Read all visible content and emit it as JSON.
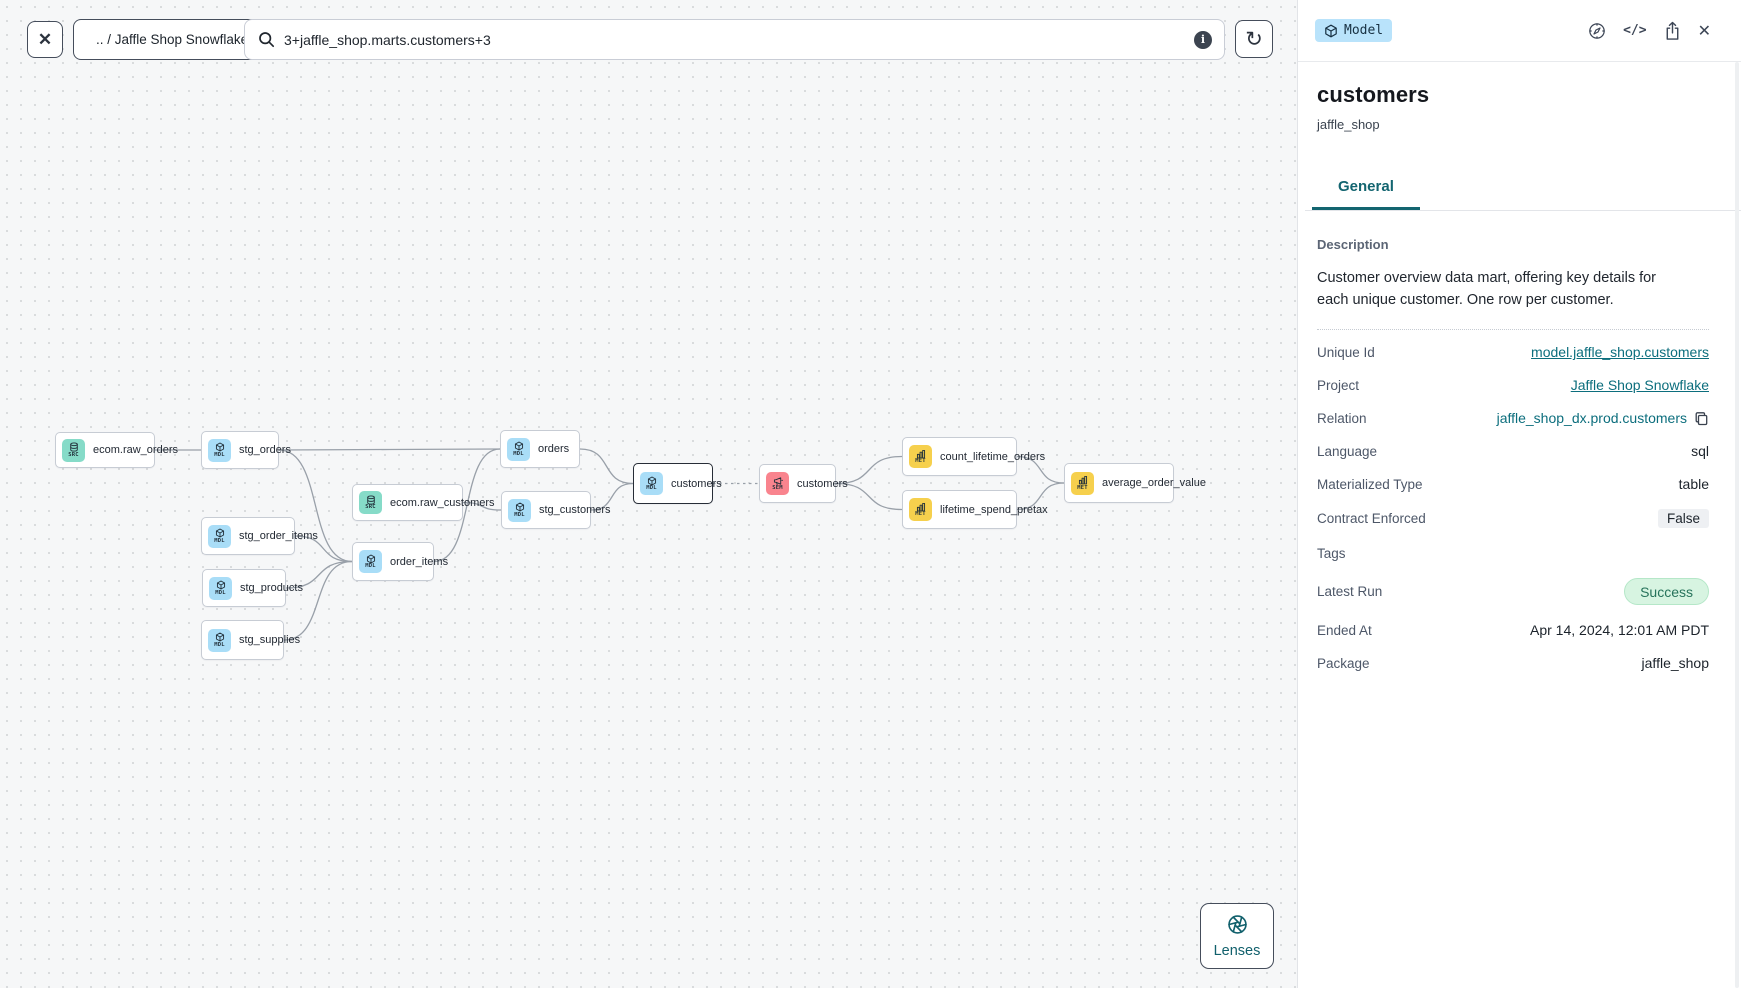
{
  "toolbar": {
    "close_label": "✕",
    "breadcrumb": ".. / Jaffle Shop Snowflake",
    "search_value": "3+jaffle_shop.marts.customers+3",
    "search_icon": "magnifier-icon",
    "info_label": "i",
    "refresh_label": "↻"
  },
  "lenses": {
    "label": "Lenses",
    "icon": "aperture-icon"
  },
  "panel": {
    "type_badge": {
      "label": "Model",
      "icon": "cube-icon",
      "bg": "#b9e3fb"
    },
    "header_icons": [
      {
        "name": "explore",
        "icon": "compass"
      },
      {
        "name": "code",
        "icon": "code"
      },
      {
        "name": "share",
        "icon": "share"
      },
      {
        "name": "close-panel",
        "icon": "close"
      }
    ],
    "title": "customers",
    "subtitle": "jaffle_shop",
    "tabs": [
      {
        "label": "General",
        "active": true
      }
    ],
    "section_label": "Description",
    "description": "Customer overview data mart, offering key details for each unique customer. One row per customer.",
    "fields": [
      {
        "label": "Unique Id",
        "value": "model.jaffle_shop.customers",
        "type": "link"
      },
      {
        "label": "Project",
        "value": "Jaffle Shop Snowflake",
        "type": "link"
      },
      {
        "label": "Relation",
        "value": "jaffle_shop_dx.prod.customers",
        "type": "copy"
      },
      {
        "label": "Language",
        "value": "sql",
        "type": "text"
      },
      {
        "label": "Materialized Type",
        "value": "table",
        "type": "text"
      },
      {
        "label": "Contract Enforced",
        "value": "False",
        "type": "pill-gray"
      },
      {
        "label": "Tags",
        "value": "",
        "type": "text"
      },
      {
        "label": "Latest Run",
        "value": "Success",
        "type": "pill-success"
      },
      {
        "label": "Ended At",
        "value": "Apr 14, 2024, 12:01 AM PDT",
        "type": "text"
      },
      {
        "label": "Package",
        "value": "jaffle_shop",
        "type": "text"
      }
    ]
  },
  "graph": {
    "kinds": {
      "src": {
        "tag": "SRC",
        "color": "#86dbc8",
        "icon": "database-icon"
      },
      "mdl": {
        "tag": "MDL",
        "color": "#a9ddf7",
        "icon": "cube-icon"
      },
      "sem": {
        "tag": "SEM",
        "color": "#f9848e",
        "icon": "megaphone-icon"
      },
      "met": {
        "tag": "MET",
        "color": "#f6d04d",
        "icon": "bar-chart-icon"
      }
    },
    "nodes": [
      {
        "id": "ecom_raw_orders",
        "label": "ecom.raw_orders",
        "kind": "src"
      },
      {
        "id": "stg_orders",
        "label": "stg_orders",
        "kind": "mdl"
      },
      {
        "id": "ecom_raw_customers",
        "label": "ecom.raw_customers",
        "kind": "src"
      },
      {
        "id": "stg_order_items",
        "label": "stg_order_items",
        "kind": "mdl"
      },
      {
        "id": "order_items",
        "label": "order_items",
        "kind": "mdl"
      },
      {
        "id": "stg_products",
        "label": "stg_products",
        "kind": "mdl"
      },
      {
        "id": "stg_supplies",
        "label": "stg_supplies",
        "kind": "mdl"
      },
      {
        "id": "orders",
        "label": "orders",
        "kind": "mdl"
      },
      {
        "id": "stg_customers",
        "label": "stg_customers",
        "kind": "mdl"
      },
      {
        "id": "customers",
        "label": "customers",
        "kind": "mdl",
        "selected": true
      },
      {
        "id": "customers_sem",
        "label": "customers",
        "kind": "sem"
      },
      {
        "id": "count_lifetime_orders",
        "label": "count_lifetime_orders",
        "kind": "met"
      },
      {
        "id": "lifetime_spend_pretax",
        "label": "lifetime_spend_pretax",
        "kind": "met"
      },
      {
        "id": "average_order_value",
        "label": "average_order_value",
        "kind": "met"
      }
    ],
    "edges": [
      {
        "from": "ecom_raw_orders",
        "to": "stg_orders"
      },
      {
        "from": "stg_orders",
        "to": "orders"
      },
      {
        "from": "stg_orders",
        "to": "order_items"
      },
      {
        "from": "stg_order_items",
        "to": "order_items"
      },
      {
        "from": "stg_products",
        "to": "order_items"
      },
      {
        "from": "stg_supplies",
        "to": "order_items"
      },
      {
        "from": "ecom_raw_customers",
        "to": "stg_customers"
      },
      {
        "from": "order_items",
        "to": "orders"
      },
      {
        "from": "orders",
        "to": "customers"
      },
      {
        "from": "stg_customers",
        "to": "customers"
      },
      {
        "from": "customers",
        "to": "customers_sem",
        "dashed": true
      },
      {
        "from": "customers_sem",
        "to": "count_lifetime_orders"
      },
      {
        "from": "customers_sem",
        "to": "lifetime_spend_pretax"
      },
      {
        "from": "count_lifetime_orders",
        "to": "average_order_value"
      },
      {
        "from": "lifetime_spend_pretax",
        "to": "average_order_value"
      }
    ]
  },
  "colors": {
    "accent_teal": "#136570",
    "link": "#0c6e7d",
    "success_bg": "#d7f4e1",
    "success_text": "#27735b",
    "edge": "#99a0a9"
  }
}
